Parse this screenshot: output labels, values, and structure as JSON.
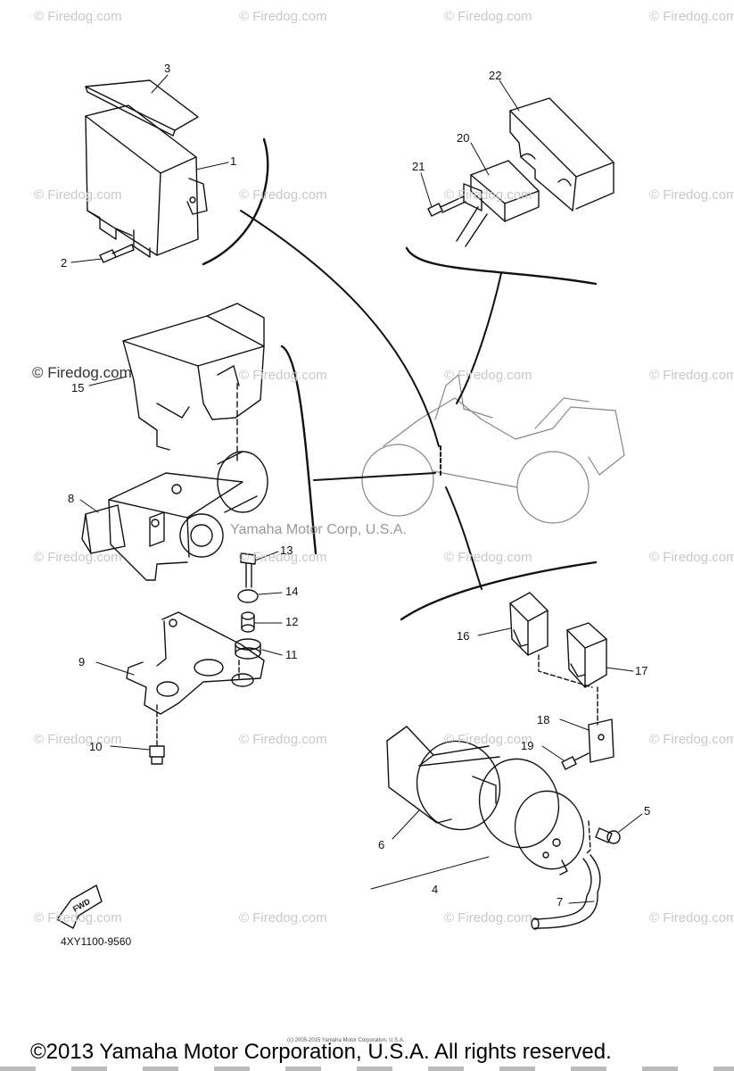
{
  "watermark_text": "© Firedog.com",
  "watermark_large_text": "© Firedog.com",
  "center_credit": "Yamaha Motor Corp, U.S.A.",
  "diagram_code": "4XY1100-9560",
  "fwd_label": "FWD",
  "small_print": "(c) 2005-2015 Yamaha Motor Corporation, U.S.A.",
  "copyright": "©2013 Yamaha Motor Corporation, U.S.A. All rights reserved.",
  "callouts": [
    {
      "id": "1",
      "label": "1"
    },
    {
      "id": "2",
      "label": "2"
    },
    {
      "id": "3",
      "label": "3"
    },
    {
      "id": "4",
      "label": "4"
    },
    {
      "id": "5",
      "label": "5"
    },
    {
      "id": "6",
      "label": "6"
    },
    {
      "id": "7",
      "label": "7"
    },
    {
      "id": "8",
      "label": "8"
    },
    {
      "id": "9",
      "label": "9"
    },
    {
      "id": "10",
      "label": "10"
    },
    {
      "id": "11",
      "label": "11"
    },
    {
      "id": "12",
      "label": "12"
    },
    {
      "id": "13",
      "label": "13"
    },
    {
      "id": "14",
      "label": "14"
    },
    {
      "id": "15",
      "label": "15"
    },
    {
      "id": "16",
      "label": "16"
    },
    {
      "id": "17",
      "label": "17"
    },
    {
      "id": "18",
      "label": "18"
    },
    {
      "id": "19",
      "label": "19"
    },
    {
      "id": "20",
      "label": "20"
    },
    {
      "id": "21",
      "label": "21"
    },
    {
      "id": "22",
      "label": "22"
    }
  ]
}
